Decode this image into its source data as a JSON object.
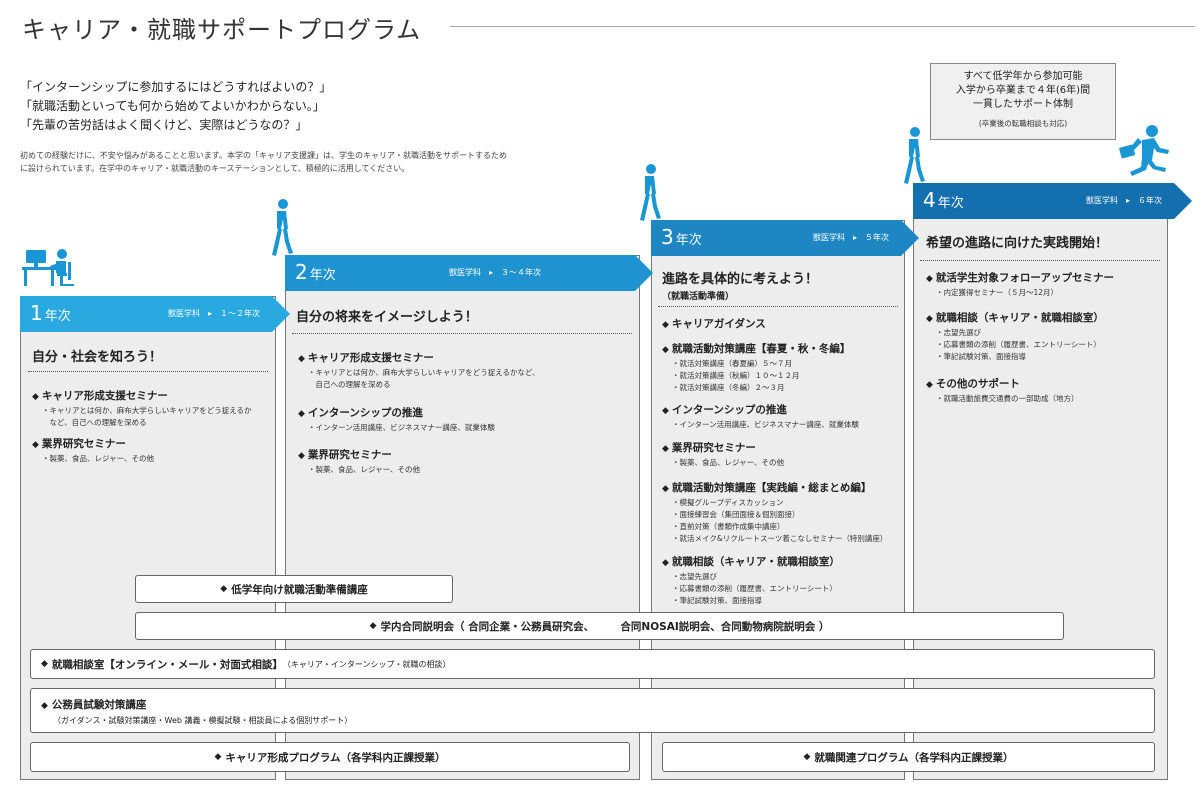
{
  "title": "キャリア・就職サポートプログラム",
  "quotes": [
    "「インターンシップに参加するにはどうすればよいの？」",
    "「就職活動といっても何から始めてよいかわからない。」",
    "「先輩の苦労話はよく聞くけど、実際はどうなの？」"
  ],
  "intro": [
    "初めての経験だけに、不安や悩みがあることと思います。本学の「キャリア支援課」は、学生のキャリア・就職活動をサポートするため",
    "に設けられています。在学中のキャリア・就職活動のキーステーションとして、積極的に活用してください。"
  ],
  "callout": {
    "lines": [
      "すべて低学年から参加可能",
      "入学から卒業まで４年(6年)間",
      "一貫したサポート体制"
    ],
    "note": "(卒業後の転職相談も対応)"
  },
  "colors": {
    "banner1": "#2aa9e0",
    "banner2": "#1f93cf",
    "banner3": "#1f86c4",
    "banner4": "#136fae",
    "figure": "#1a96d4"
  },
  "icons": [
    "desk-worker-icon",
    "walking-person-icon",
    "walking-person-icon",
    "walking-person-icon",
    "running-businessman-icon"
  ],
  "years": [
    {
      "num": "1",
      "unit": "年次",
      "dept": "獣医学科　▸　１～２年次",
      "heading": "自分・社会を知ろう！",
      "subheading": "",
      "sections": [
        {
          "title": "キャリア形成支援セミナー",
          "items": [
            "・キャリアとは何か、麻布大学らしいキャリアをどう捉えるか",
            "　など、自己への理解を深める"
          ]
        },
        {
          "title": "業界研究セミナー",
          "items": [
            "・製薬、食品、レジャー、その他"
          ]
        }
      ]
    },
    {
      "num": "2",
      "unit": "年次",
      "dept": "獣医学科　▸　３～４年次",
      "heading": "自分の将来をイメージしよう！",
      "subheading": "",
      "sections": [
        {
          "title": "キャリア形成支援セミナー",
          "items": [
            "・キャリアとは何か、麻布大学らしいキャリアをどう捉えるかなど、",
            "　自己への理解を深める"
          ]
        },
        {
          "title": "インターンシップの推進",
          "items": [
            "・インターン活用講座、ビジネスマナー講座、就業体験"
          ]
        },
        {
          "title": "業界研究セミナー",
          "items": [
            "・製薬、食品、レジャー、その他"
          ]
        }
      ]
    },
    {
      "num": "3",
      "unit": "年次",
      "dept": "獣医学科　▸　５年次",
      "heading": "進路を具体的に考えよう！",
      "subheading": "（就職活動準備）",
      "sections": [
        {
          "title": "キャリアガイダンス",
          "items": []
        },
        {
          "title": "就職活動対策講座【春夏・秋・冬編】",
          "items": [
            "・就活対策講座（春夏編）５～７月",
            "・就活対策講座（秋編）１０～１２月",
            "・就活対策講座（冬編）２～３月"
          ]
        },
        {
          "title": "インターンシップの推進",
          "items": [
            "・インターン活用講座、ビジネスマナー講座、就業体験"
          ]
        },
        {
          "title": "業界研究セミナー",
          "items": [
            "・製薬、食品、レジャー、その他"
          ]
        },
        {
          "title": "就職活動対策講座【実践編・総まとめ編】",
          "items": [
            "・模擬グループディスカッション",
            "・面接練習会（集団面接＆個別面接）",
            "・直前対策（書類作成集中講座）",
            "・就活メイク&リクルートスーツ着こなしセミナー（特別講座）"
          ]
        },
        {
          "title": "就職相談（キャリア・就職相談室）",
          "items": [
            "・志望先選び",
            "・応募書類の添削（履歴書、エントリーシート）",
            "・筆記試験対策、面接指導"
          ]
        }
      ]
    },
    {
      "num": "4",
      "unit": "年次",
      "dept": "獣医学科　▸　６年次",
      "heading": "希望の進路に向けた実践開始！",
      "subheading": "",
      "sections": [
        {
          "title": "就活学生対象フォローアップセミナー",
          "items": [
            "・内定獲得セミナー（５月～12月）"
          ]
        },
        {
          "title": "就職相談（キャリア・就職相談室）",
          "items": [
            "・志望先選び",
            "・応募書類の添削（履歴書、エントリーシート）",
            "・筆記試験対策、面接指導"
          ]
        },
        {
          "title": "その他のサポート",
          "items": [
            "・就職活動旅費交通費の一部助成（地方）"
          ]
        }
      ]
    }
  ],
  "bars": {
    "lower_prep": "低学年向け就職活動準備講座",
    "joint_fair": "学内合同説明会（ 合同企業・公務員研究会、　　　合同NOSAI説明会、合同動物病院説明会 ）",
    "consult_title": "就職相談室【オンライン・メール・対面式相談】",
    "consult_sub": "（キャリア・インターンシップ・就職の相談）",
    "civil_title": "公務員試験対策講座",
    "civil_sub": "（ガイダンス・試験対策講座・Web 講義・模擬試験・相談員による個別サポート）",
    "career_program": "キャリア形成プログラム（各学科内正課授業）",
    "job_program": "就職関連プログラム（各学科内正課授業）"
  }
}
